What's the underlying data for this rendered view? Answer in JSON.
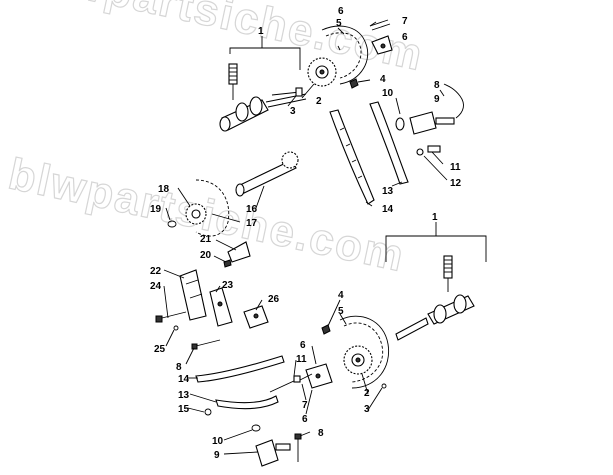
{
  "watermark": {
    "text_top": "blwpartsiche.com",
    "text_bottom": "blwpartsiche.com"
  },
  "callouts": {
    "top_1": "1",
    "top_2": "2",
    "top_3": "3",
    "top_4": "4",
    "top_5": "5",
    "top_6a": "6",
    "top_6b": "6",
    "top_7": "7",
    "top_8": "8",
    "top_9": "9",
    "top_10": "10",
    "top_11": "11",
    "top_12": "12",
    "top_13": "13",
    "top_14": "14",
    "mid_16": "16",
    "mid_17": "17",
    "mid_18": "18",
    "mid_19": "19",
    "mid_20": "20",
    "mid_21": "21",
    "left_22": "22",
    "left_23": "23",
    "left_24": "24",
    "left_25": "25",
    "left_26": "26",
    "bot_1": "1",
    "bot_2": "2",
    "bot_3": "3",
    "bot_4": "4",
    "bot_5": "5",
    "bot_6a": "6",
    "bot_6b": "6",
    "bot_7": "7",
    "bot_8a": "8",
    "bot_8b": "8",
    "bot_9": "9",
    "bot_10": "10",
    "bot_11": "11",
    "bot_13": "13",
    "bot_14": "14",
    "bot_15": "15"
  }
}
